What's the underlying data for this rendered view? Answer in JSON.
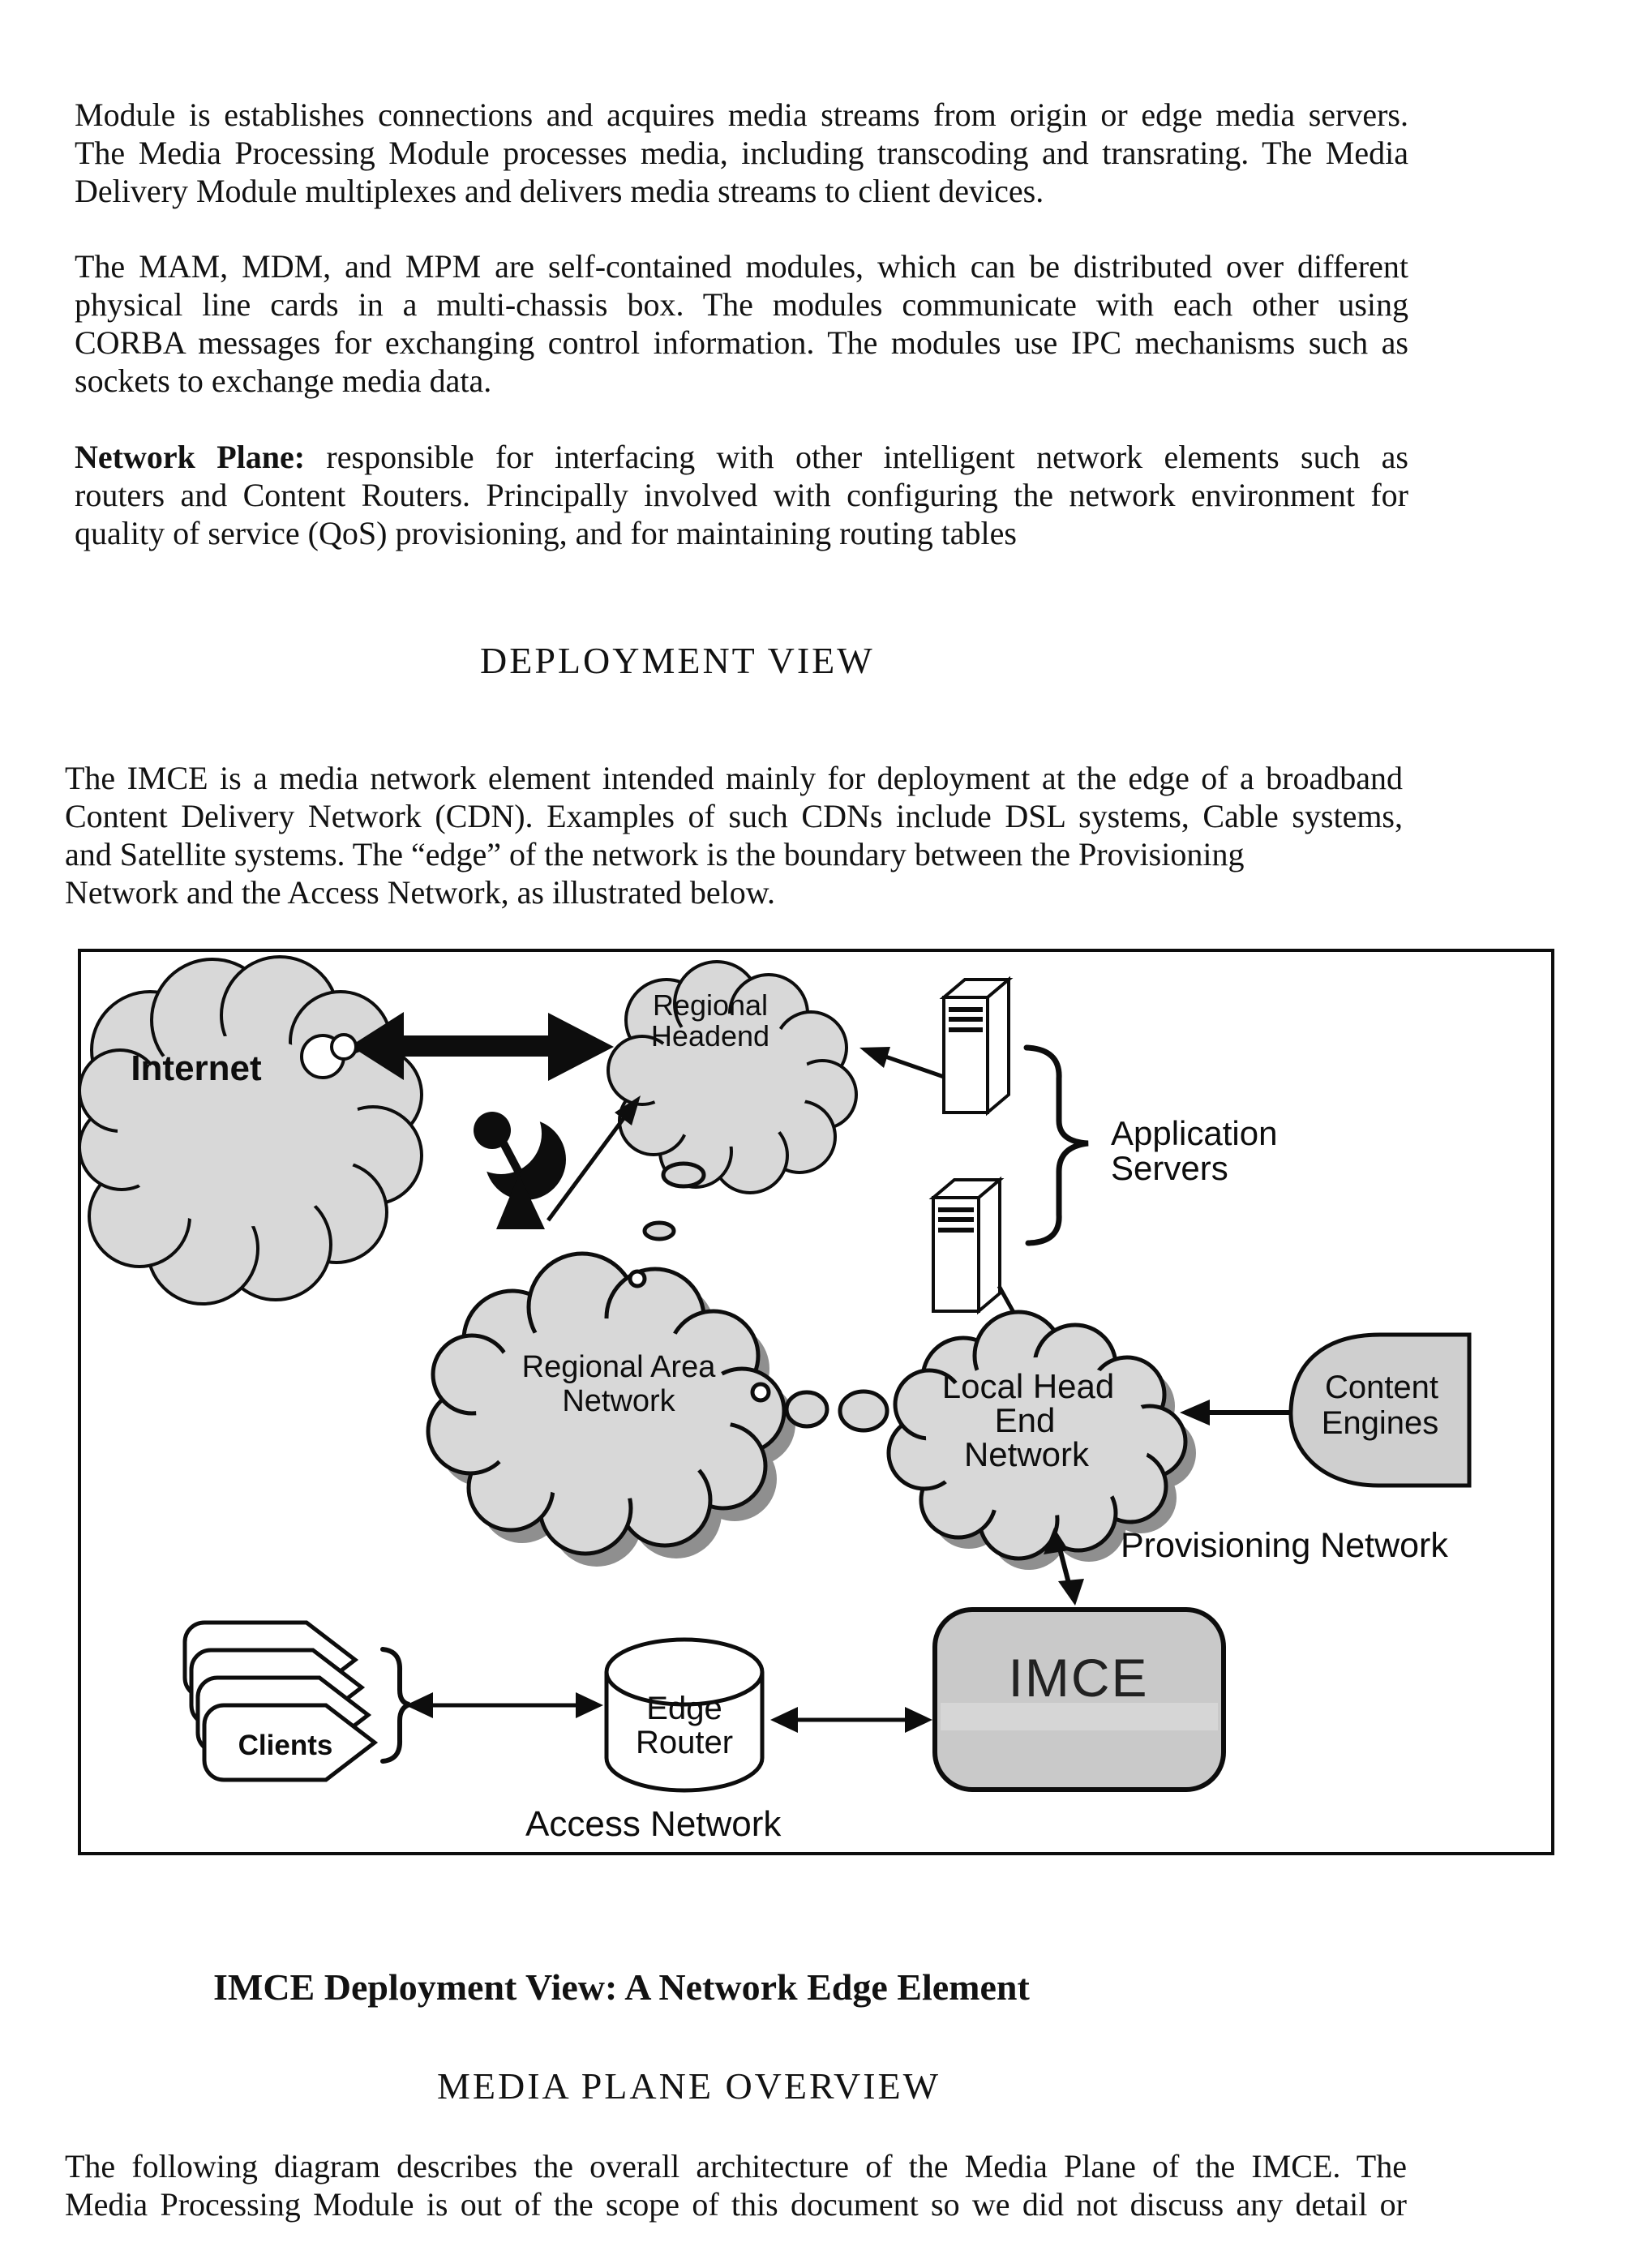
{
  "doc": {
    "para1": {
      "lines": [
        "Module is establishes connections and acquires media streams from origin or edge media servers.",
        "The Media Processing Module processes media, including transcoding and transrating. The Media",
        "Delivery Module multiplexes and delivers media streams to client devices."
      ]
    },
    "para2": {
      "lines": [
        "The MAM, MDM, and MPM are self-contained modules, which can be distributed over different",
        "physical line cards in a multi-chassis box. The modules communicate with each other using",
        "CORBA messages for exchanging control information. The modules use IPC mechanisms such as",
        "sockets to exchange media data."
      ]
    },
    "para3": {
      "lead": "Network Plane:",
      "lines": [
        " responsible for interfacing with other intelligent network elements such as",
        "routers and Content Routers. Principally involved with configuring the network environment for",
        "quality of service (QoS) provisioning, and for maintaining routing tables"
      ]
    },
    "heading_deployment": "DEPLOYMENT VIEW",
    "para4": {
      "lines": [
        "The IMCE is a media network element intended mainly for deployment at the edge of a broadband",
        "Content Delivery Network (CDN). Examples of such CDNs include DSL systems, Cable systems,",
        "and Satellite systems. The “edge” of the network is the boundary between the Provisioning",
        "Network and the Access Network, as illustrated below."
      ]
    },
    "caption": "IMCE Deployment View: A Network Edge Element",
    "heading_media": "MEDIA PLANE OVERVIEW",
    "para5": {
      "lines": [
        "The following diagram describes the overall architecture of the Media Plane of the IMCE. The",
        "Media Processing Module is out of the scope of this document so we did not discuss any detail or"
      ]
    }
  },
  "diagram": {
    "internet": "Internet",
    "regional_headend": [
      "Regional",
      "Headend"
    ],
    "regional_area_network": [
      "Regional Area",
      "Network"
    ],
    "local_head_end_network": [
      "Local Head",
      "End",
      "Network"
    ],
    "application_servers": [
      "Application",
      "Servers"
    ],
    "content_engines": [
      "Content",
      "Engines"
    ],
    "provisioning_network": "Provisioning Network",
    "access_network": "Access Network",
    "imce": "IMCE",
    "edge_router": [
      "Edge",
      "Router"
    ],
    "clients": "Clients"
  },
  "colors": {
    "cloud_fill": "#d8d8d8",
    "cloud_shadow": "#8f8f8f",
    "imce_fill": "#c9c9c9",
    "engine_fill": "#cfcfcf",
    "ink": "#0d0d0d"
  }
}
